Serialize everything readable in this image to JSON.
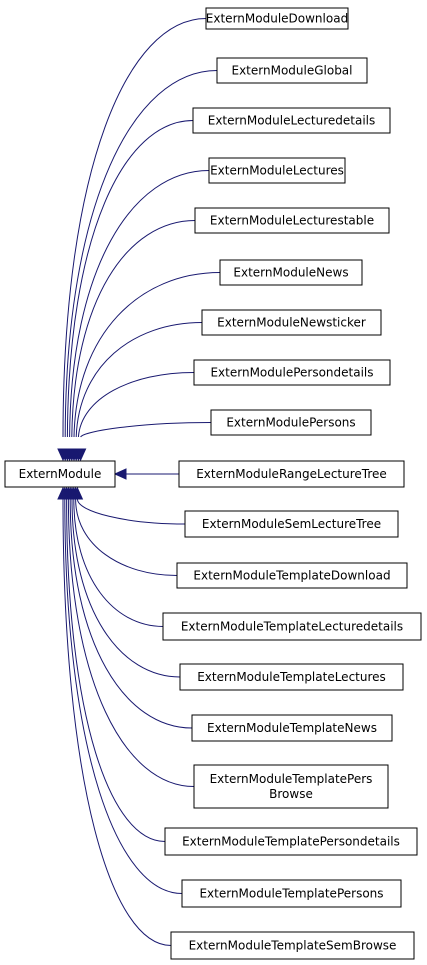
{
  "diagram": {
    "type": "inheritance-graph",
    "base_class": "ExternModule",
    "edge_color": "#191970",
    "derived_classes": [
      [
        "ExternModuleDownload"
      ],
      [
        "ExternModuleGlobal"
      ],
      [
        "ExternModuleLecturedetails"
      ],
      [
        "ExternModuleLectures"
      ],
      [
        "ExternModuleLecturestable"
      ],
      [
        "ExternModuleNews"
      ],
      [
        "ExternModuleNewsticker"
      ],
      [
        "ExternModulePersondetails"
      ],
      [
        "ExternModulePersons"
      ],
      [
        "ExternModuleRangeLectureTree"
      ],
      [
        "ExternModuleSemLectureTree"
      ],
      [
        "ExternModuleTemplateDownload"
      ],
      [
        "ExternModuleTemplateLecturedetails"
      ],
      [
        "ExternModuleTemplateLectures"
      ],
      [
        "ExternModuleTemplateNews"
      ],
      [
        "ExternModuleTemplatePers",
        "Browse"
      ],
      [
        "ExternModuleTemplatePersondetails"
      ],
      [
        "ExternModuleTemplatePersons"
      ],
      [
        "ExternModuleTemplateSemBrowse"
      ]
    ]
  }
}
